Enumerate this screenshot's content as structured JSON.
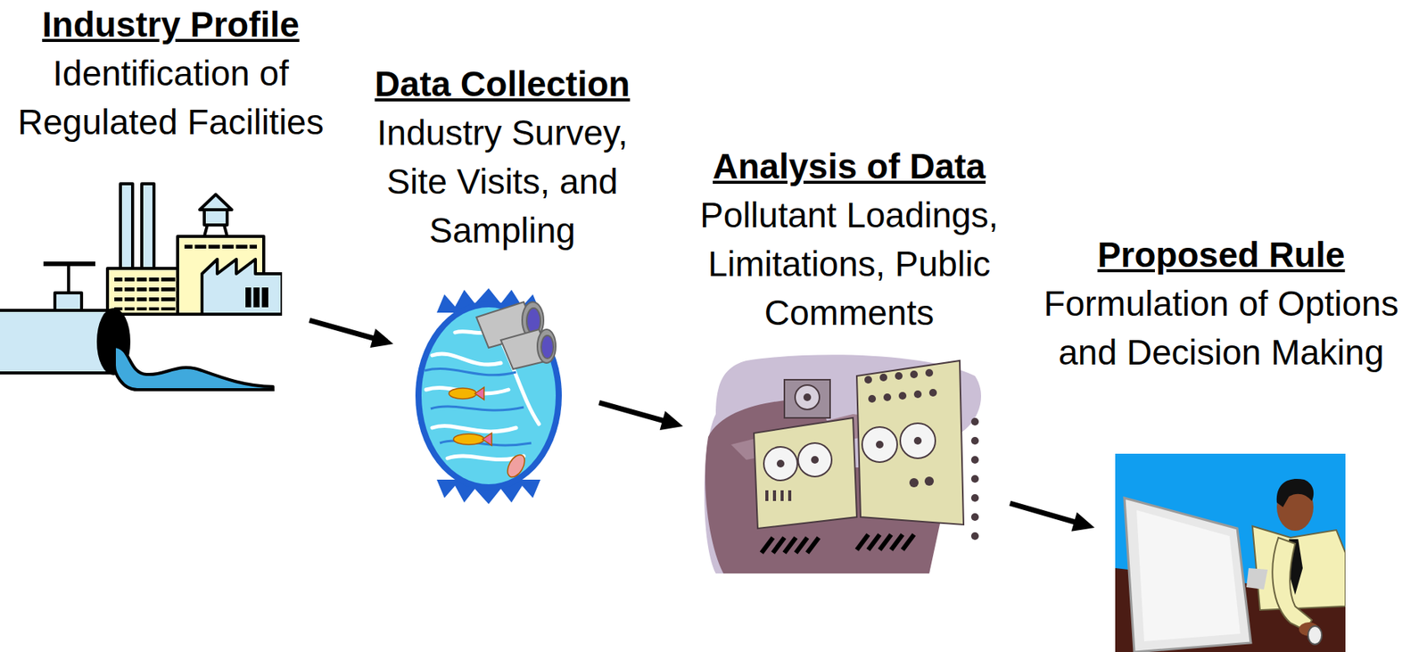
{
  "diagram": {
    "nodes": [
      {
        "text": [
          "Industry Profile",
          "Identification of Regulated Facilities"
        ]
      },
      {
        "text": [
          "Data Collection",
          "Industry Survey, Site Visits, and Sampling"
        ]
      },
      {
        "text": [
          "Analysis of Data",
          "Pollutant Loadings, Limitations, Public Comments"
        ]
      },
      {
        "text": [
          "Proposed Rule",
          "Formulation of Options and Decision Making"
        ]
      }
    ],
    "edges": [
      {
        "from": 0,
        "to": 1,
        "arrow": "to"
      },
      {
        "from": 1,
        "to": 2,
        "arrow": "to"
      },
      {
        "from": 2,
        "to": 3,
        "arrow": "to"
      }
    ]
  }
}
